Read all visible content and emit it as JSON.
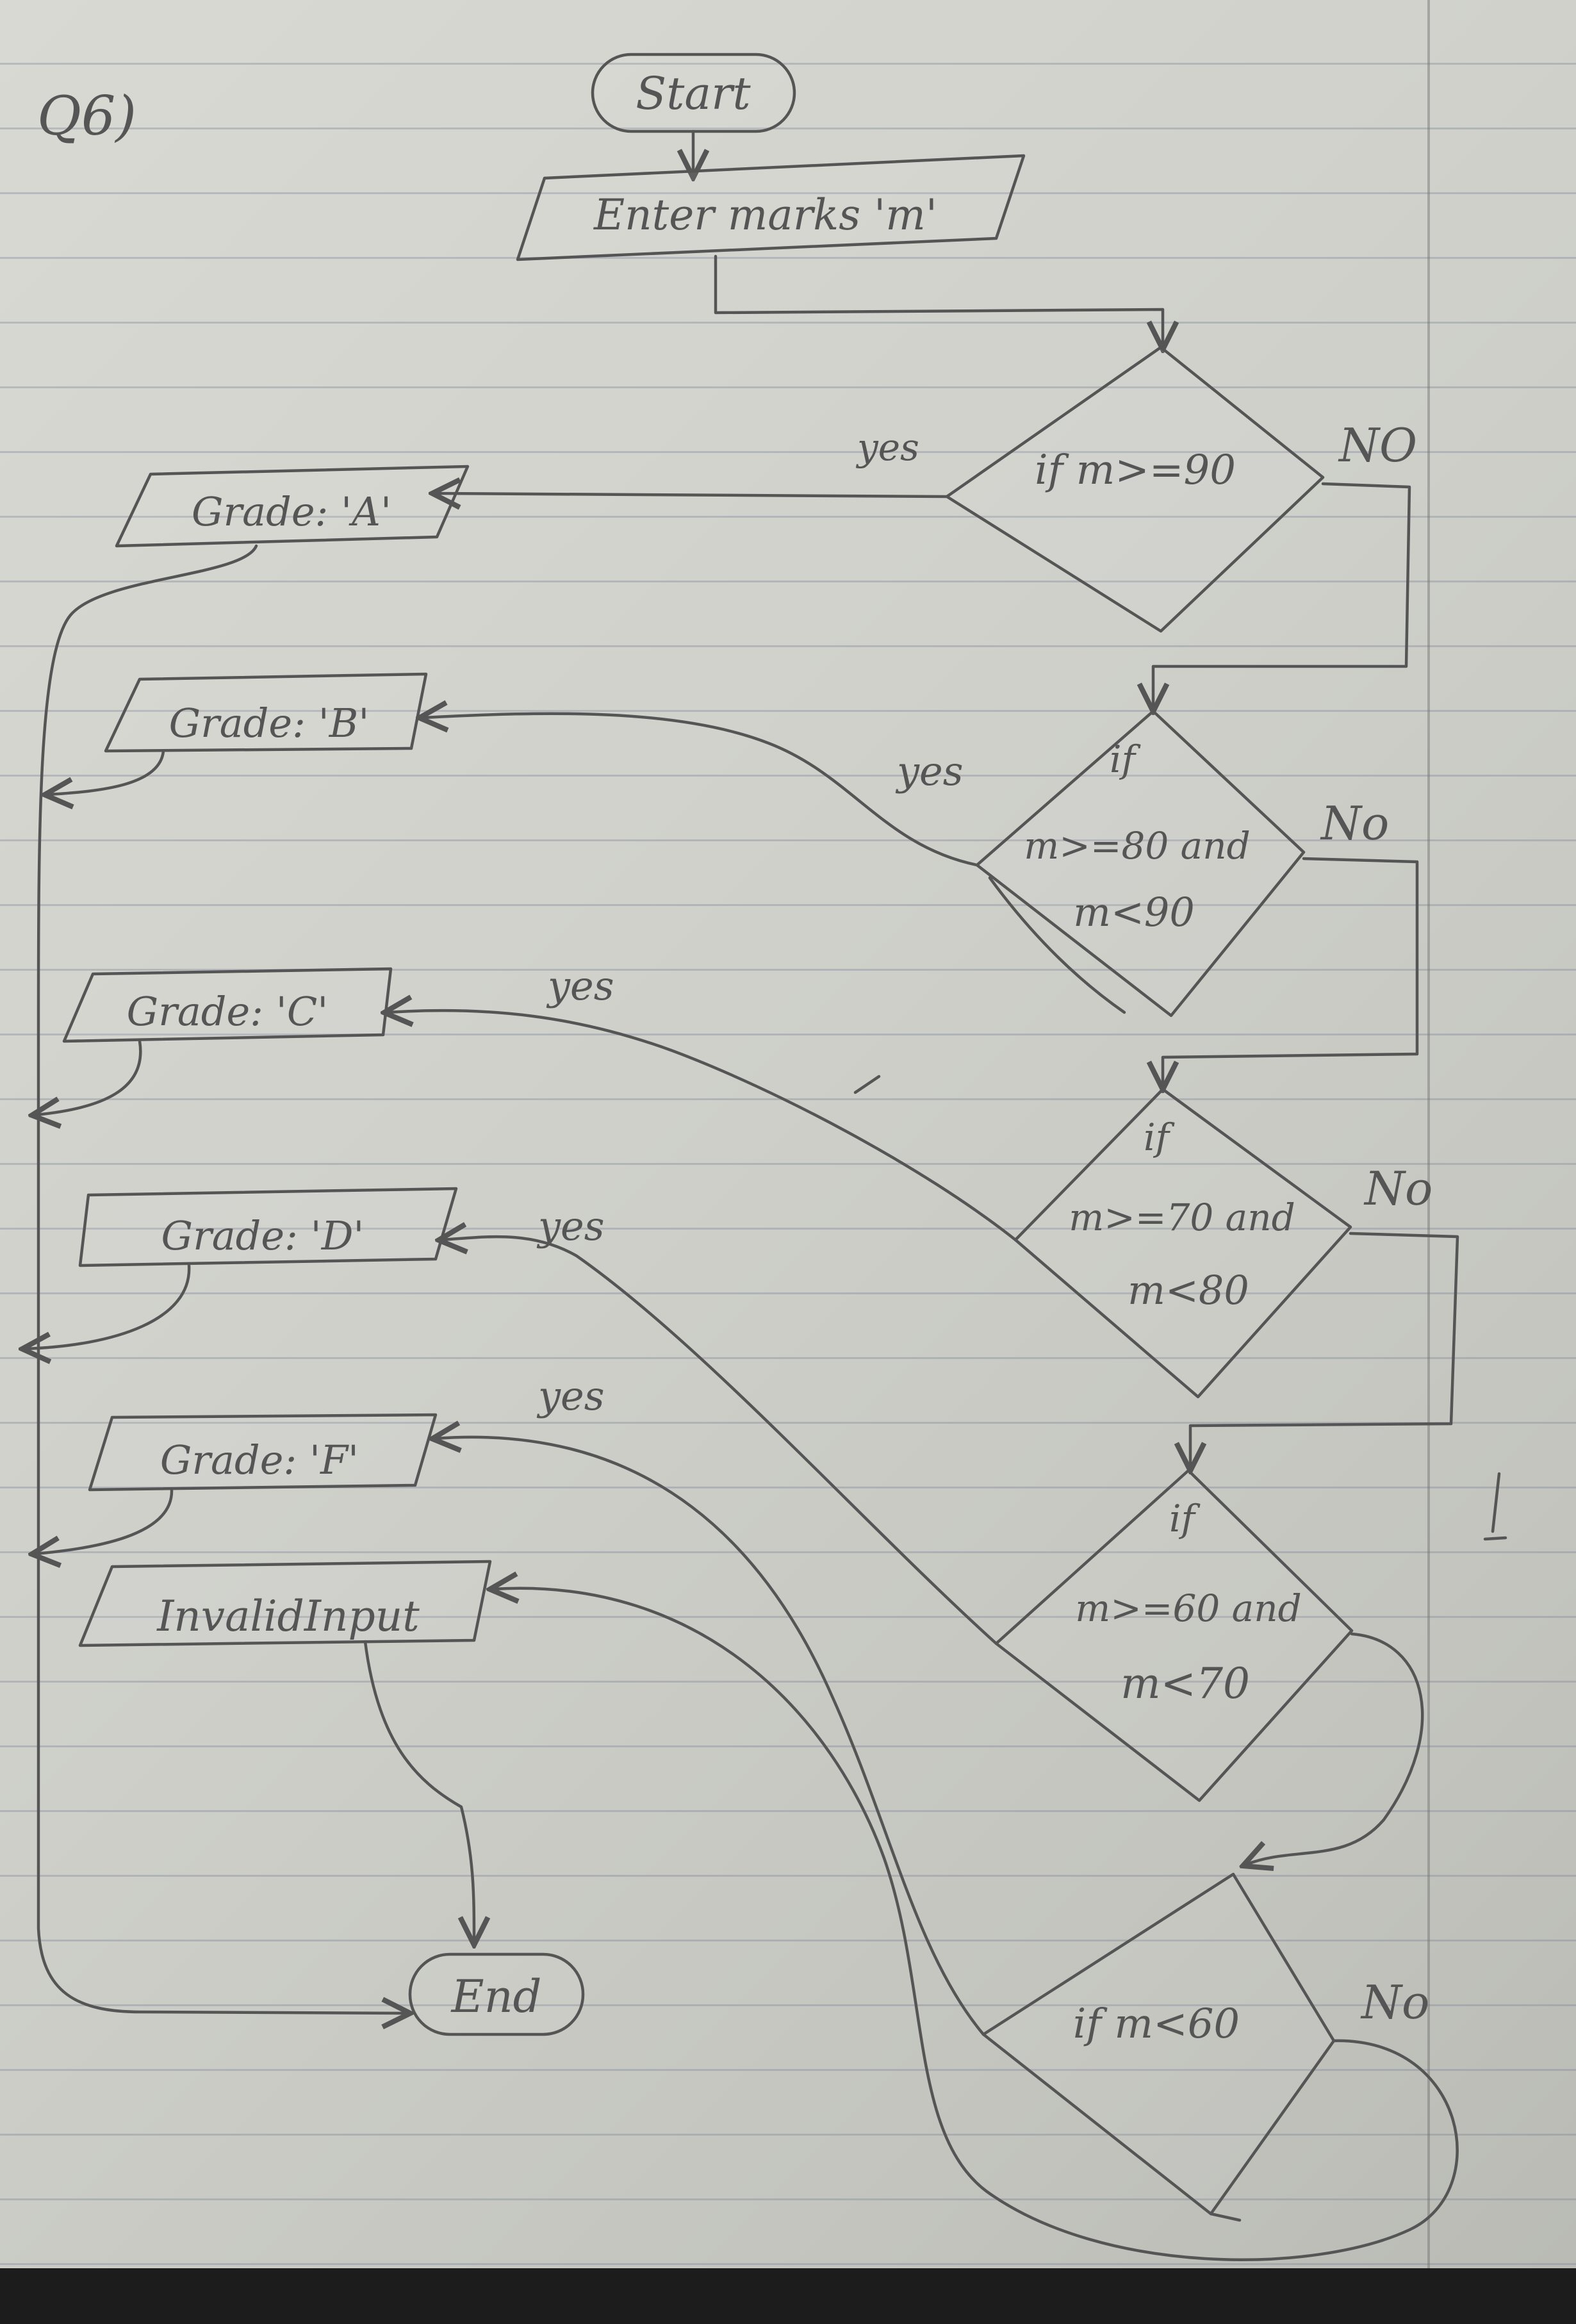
{
  "question_label": "Q6)",
  "nodes": {
    "start": "Start",
    "input": "Enter marks 'm'",
    "decision_1": [
      "if m>=90"
    ],
    "decision_2": [
      "if",
      "m>=80 and",
      "m<90"
    ],
    "decision_3": [
      "if",
      "m>=70 and",
      "m<80"
    ],
    "decision_4": [
      "if",
      "m>=60 and",
      "m<70"
    ],
    "decision_5": [
      "if m<60"
    ],
    "grade_a": "Grade: 'A'",
    "grade_b": "Grade: 'B'",
    "grade_c": "Grade: 'C'",
    "grade_d": "Grade: 'D'",
    "grade_f": "Grade: 'F'",
    "invalid": "InvalidInput",
    "end": "End"
  },
  "edge_labels": {
    "yes": [
      "yes",
      "yes",
      "yes",
      "yes",
      "yes"
    ],
    "no": [
      "NO",
      "No",
      "No",
      "No"
    ]
  },
  "colors": {
    "paper": "#d4d5cf",
    "pencil": "#555555",
    "rule_lines": "#7a8296",
    "binding": "#1c1c1c"
  }
}
